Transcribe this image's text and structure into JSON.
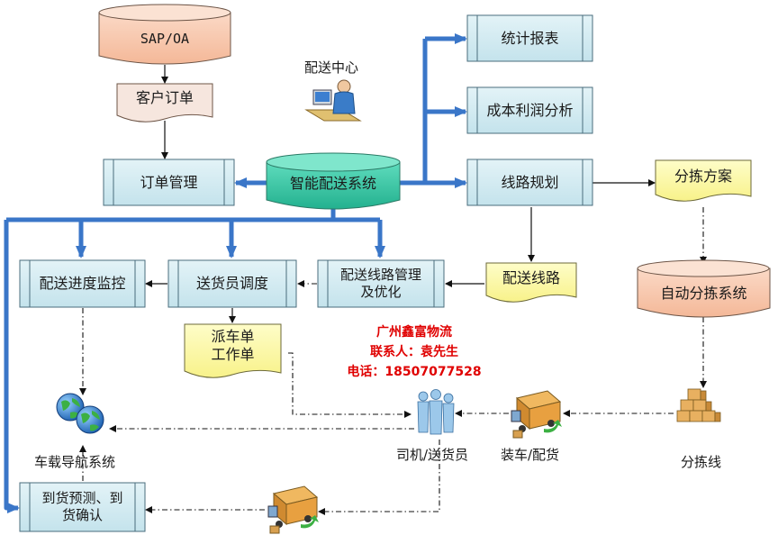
{
  "nodes": {
    "sap": "SAP/OA",
    "customer_order": "客户订单",
    "order_mgmt": "订单管理",
    "center": "配送中心",
    "system": "智能配送系统",
    "stats": "统计报表",
    "cost": "成本利润分析",
    "route_plan": "线路规划",
    "sort_plan": "分拣方案",
    "auto_sort": "自动分拣系统",
    "route_opt": "配送线路管理\n及优化",
    "delivery_route": "配送线路",
    "dispatch": "送货员调度",
    "monitor": "配送进度监控",
    "workorder": "派车单\n工作单",
    "nav": "车载导航系统",
    "driver": "司机/送货员",
    "loading": "装车/配货",
    "sort_line": "分拣线",
    "arrival": "到货预测、到\n货确认"
  },
  "contact": {
    "company": "广州鑫富物流",
    "person": "联系人：袁先生",
    "phone": "电话：18507077528"
  },
  "colors": {
    "box_fill": "#d4ecf2",
    "box_stroke": "#4a6d7c",
    "peach": "#f8c8ae",
    "yellow": "#fdfbaa",
    "teal": "#3cc8a8",
    "blue_arrow": "#3a76c8",
    "contact": "#e00000"
  }
}
